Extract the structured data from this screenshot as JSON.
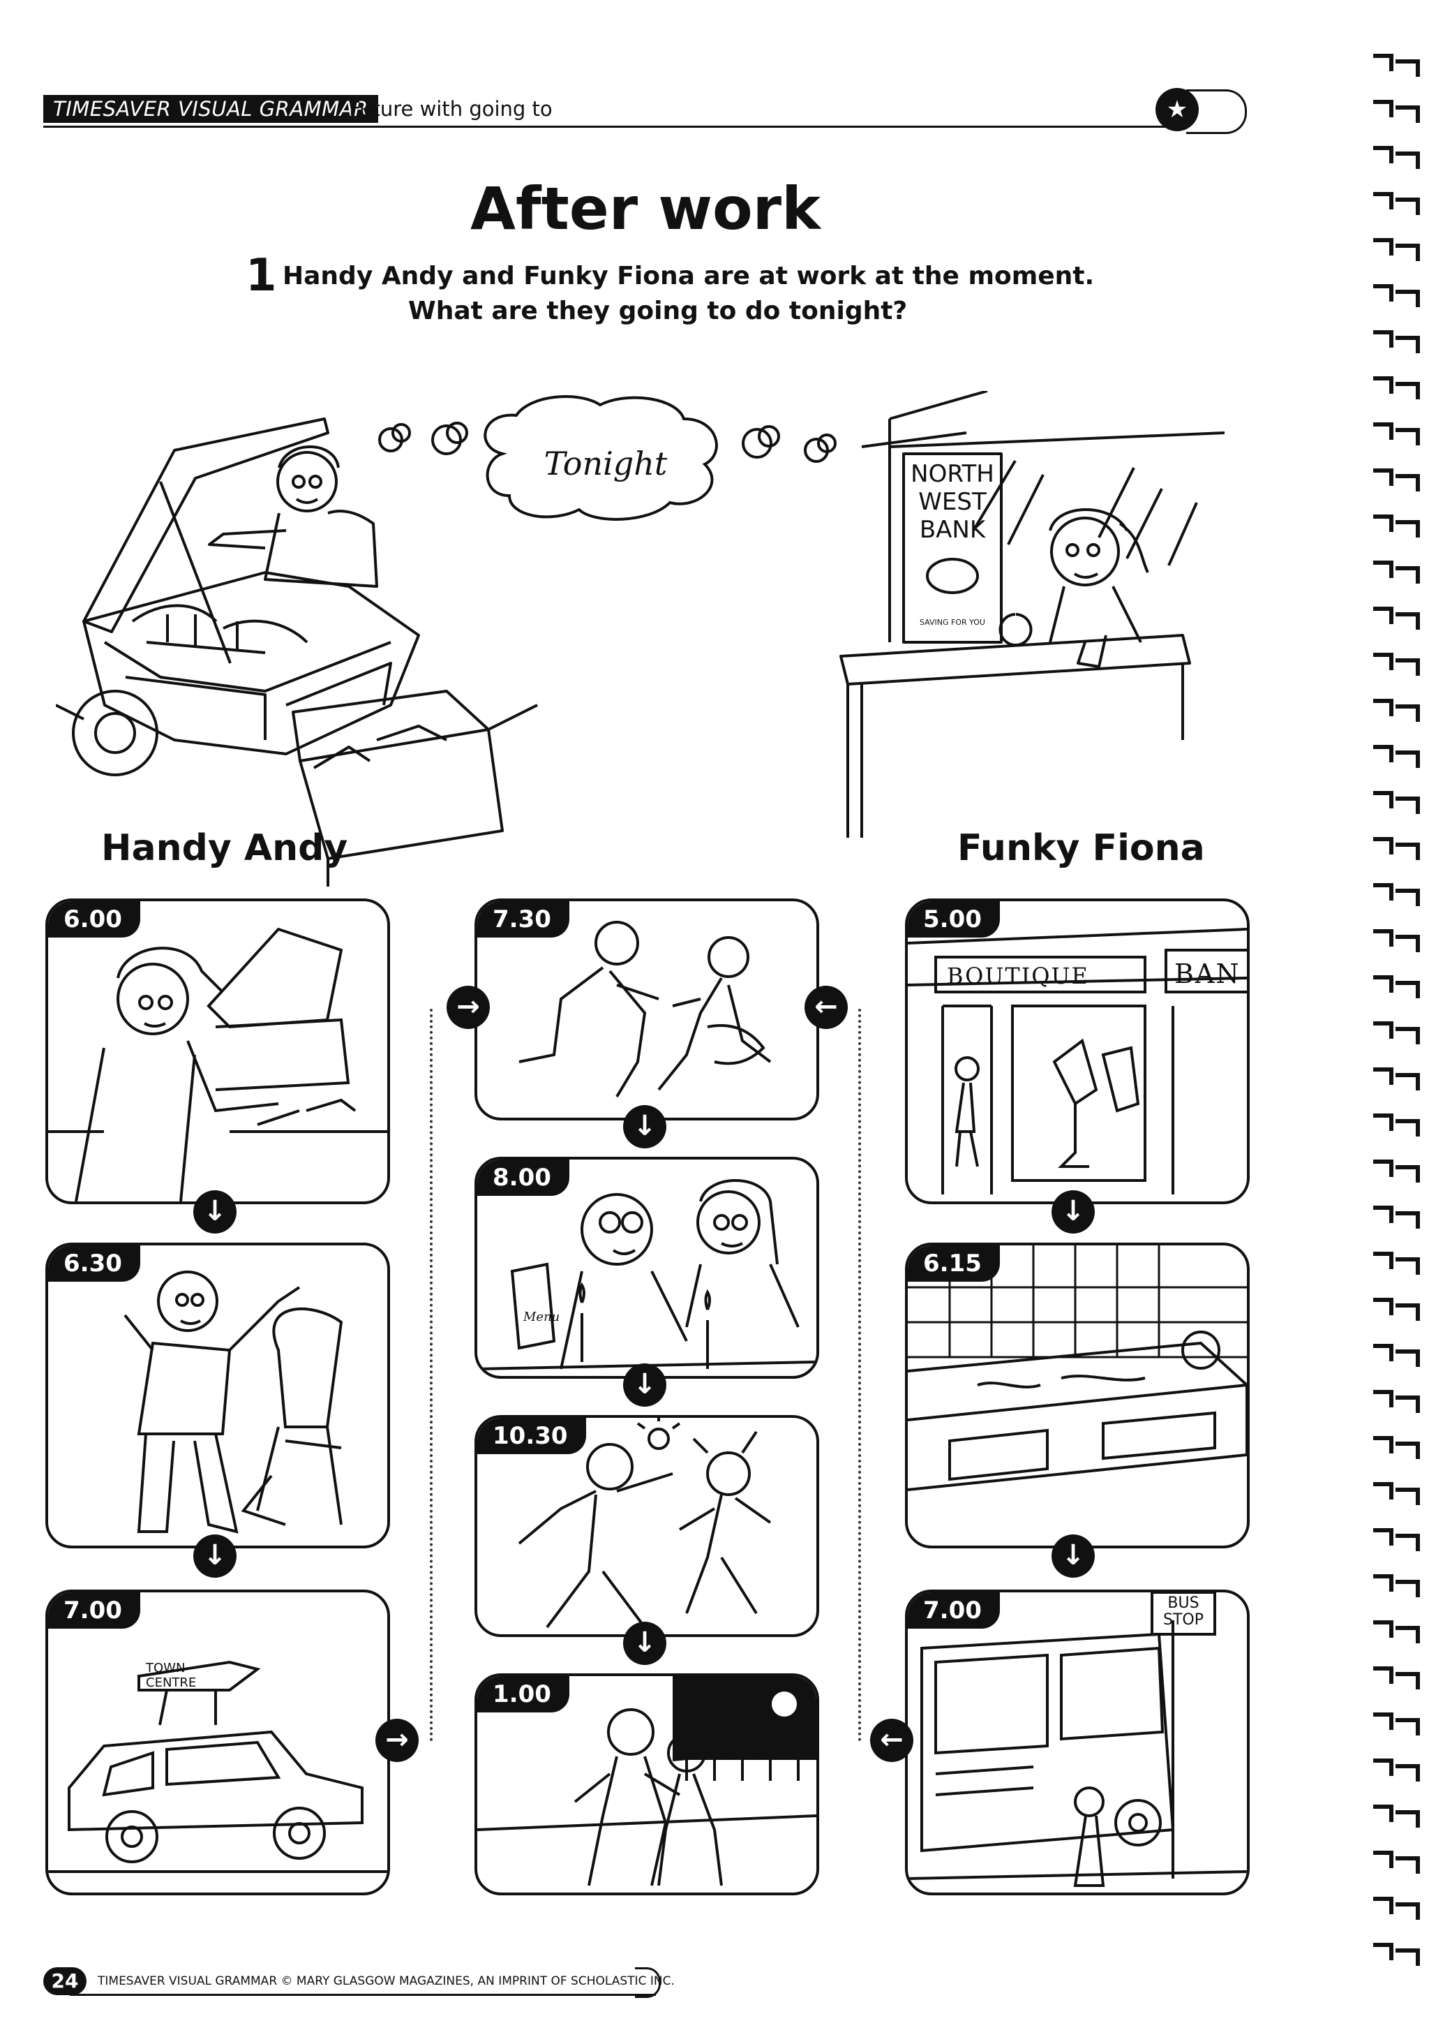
{
  "header": {
    "series": "TIMESAVER VISUAL GRAMMAR",
    "topic": "Future with going to"
  },
  "title": "After work",
  "question": {
    "number": "1",
    "line1": "Handy Andy and Funky Fiona are at work at the moment.",
    "line2": "What are they going to do tonight?"
  },
  "thought_bubble": "Tonight",
  "characters": {
    "left": "Handy Andy",
    "right": "Funky Fiona"
  },
  "signs": {
    "bank": [
      "NORTH",
      "WEST",
      "BANK"
    ],
    "bank_small": "SAVING FOR YOU",
    "boutique": "BOUTIQUE",
    "bank_partial": "BAN",
    "menu": "Menu",
    "town_centre": "TOWN CENTRE",
    "bus_stop": "BUS STOP"
  },
  "panels": {
    "andy": [
      "6.00",
      "6.30",
      "7.00"
    ],
    "together": [
      "7.30",
      "8.00",
      "10.30",
      "1.00"
    ],
    "fiona": [
      "5.00",
      "6.15",
      "7.00"
    ]
  },
  "arrows": {
    "down": "↓",
    "right": "→",
    "left": "←"
  },
  "footer": {
    "page": "24",
    "text": "TIMESAVER VISUAL GRAMMAR © MARY GLASGOW MAGAZINES, AN IMPRINT OF SCHOLASTIC INC."
  }
}
